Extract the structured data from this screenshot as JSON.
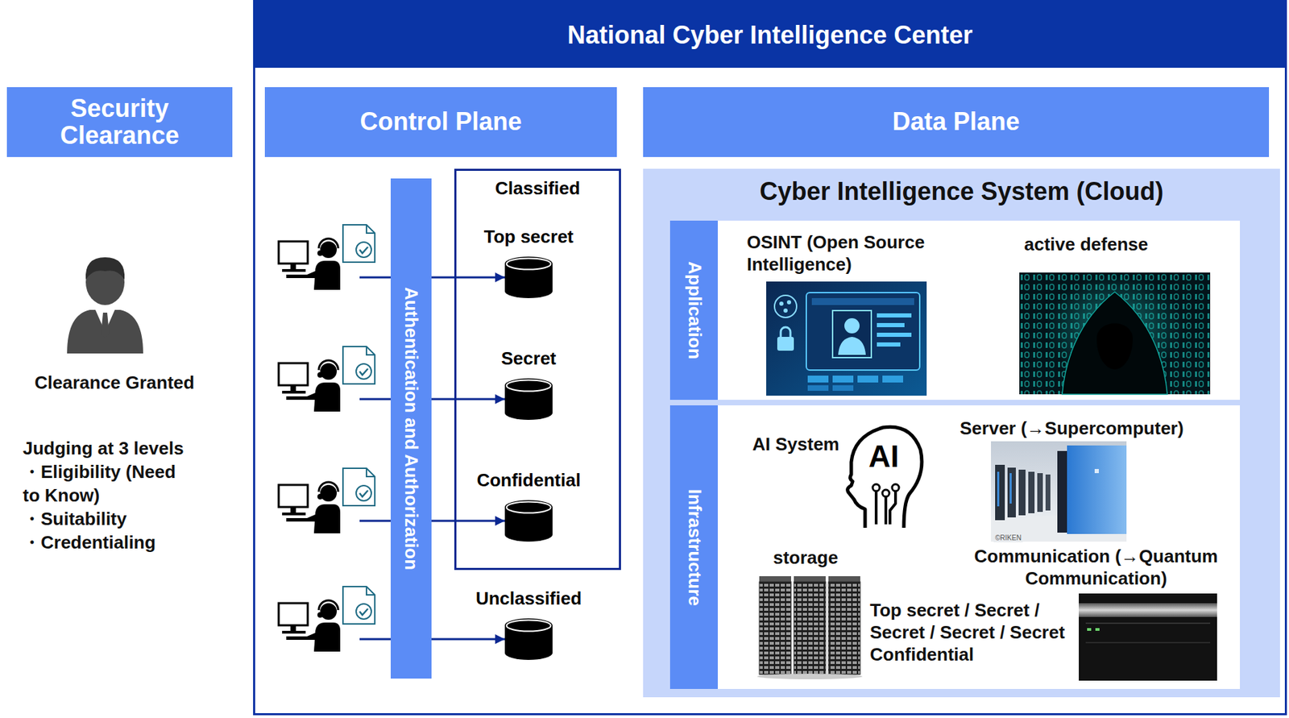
{
  "diagram": {
    "nodes": [
      {
        "text": [
          "National Cyber Intelligence Center"
        ]
      },
      {
        "text": [
          "Security Clearance"
        ]
      },
      {
        "text": [
          "Control Plane"
        ],
        "in": 0
      },
      {
        "text": [
          "Data Plane"
        ],
        "in": 0
      },
      {
        "text": [
          "Authentication and Authorization"
        ],
        "in": 0
      },
      {
        "text": [
          "Classified"
        ],
        "in": 0
      },
      {
        "text": [
          "Top secret"
        ],
        "in": 5
      },
      {
        "text": [
          "Secret"
        ],
        "in": 5
      },
      {
        "text": [
          "Confidential"
        ],
        "in": 5
      },
      {
        "text": [
          "Unclassified"
        ],
        "in": 0
      },
      {
        "text": [
          "Cyber Intelligence System (Cloud)"
        ],
        "in": 0
      },
      {
        "text": [
          "Application"
        ],
        "in": 10
      },
      {
        "text": [
          "Infrastructure"
        ],
        "in": 10
      }
    ],
    "edges": [
      {
        "from": 4,
        "to": 6,
        "arrow": "to"
      },
      {
        "from": 4,
        "to": 7,
        "arrow": "to"
      },
      {
        "from": 4,
        "to": 8,
        "arrow": "to"
      },
      {
        "from": 4,
        "to": 9,
        "arrow": "to"
      }
    ],
    "labels": [
      "Clearance Granted",
      "Judging at 3 levels",
      "・Eligibility (Need to Know)",
      "・Suitability",
      "・Credentialing",
      "OSINT (Open Source Intelligence)",
      "active defense",
      "AI System",
      "AI",
      "Server (→Supercomputer)",
      "©RIKEN",
      "storage",
      "Communication (→Quantum Communication)",
      "Top secret / Secret / Secret / Secret / Secret Confidential"
    ]
  }
}
